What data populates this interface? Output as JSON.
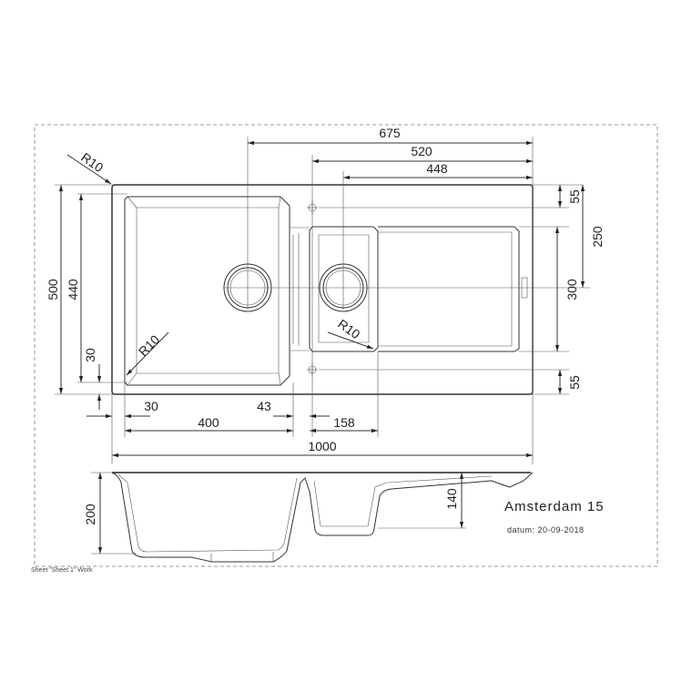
{
  "drawing": {
    "title": "Amsterdam 15",
    "date": "datum: 20-09-2018",
    "sheet_label": "Sheet \"Sheet 1\" Work"
  },
  "dimensions": {
    "top_675": "675",
    "top_520": "520",
    "top_448": "448",
    "radius_outer": "R10",
    "radius_bowl": "R10",
    "radius_small_bowl": "R10",
    "right_55_top": "55",
    "right_250": "250",
    "right_300": "300",
    "right_55_bottom": "55",
    "left_500": "500",
    "left_440": "440",
    "left_30": "30",
    "bottom_30": "30",
    "bottom_43": "43",
    "bottom_400": "400",
    "bottom_158": "158",
    "bottom_1000": "1000",
    "side_200": "200",
    "side_140": "140"
  }
}
